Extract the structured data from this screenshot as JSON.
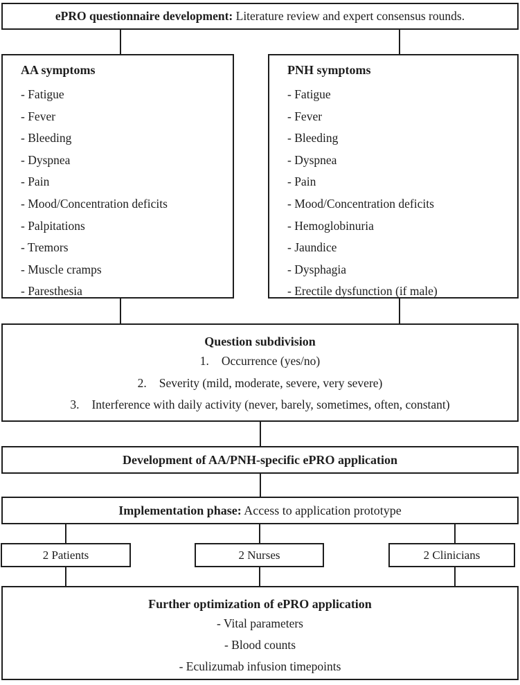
{
  "colors": {
    "border": "#1d1d1d",
    "background": "#ffffff",
    "text": "#1d1d1d"
  },
  "top_box": {
    "bold": "ePRO questionnaire development:",
    "rest": " Literature review and expert consensus rounds."
  },
  "aa_box": {
    "title": "AA symptoms",
    "items": [
      "- Fatigue",
      "- Fever",
      "- Bleeding",
      "- Dyspnea",
      "- Pain",
      "- Mood/Concentration deficits",
      "- Palpitations",
      "- Tremors",
      "- Muscle cramps",
      "- Paresthesia"
    ]
  },
  "pnh_box": {
    "title": "PNH symptoms",
    "items": [
      "- Fatigue",
      "- Fever",
      "- Bleeding",
      "- Dyspnea",
      "- Pain",
      "- Mood/Concentration deficits",
      "- Hemoglobinuria",
      "- Jaundice",
      "- Dysphagia",
      "- Erectile dysfunction (if male)"
    ]
  },
  "question_box": {
    "title": "Question subdivision",
    "items": [
      {
        "num": "1.",
        "text": "Occurrence (yes/no)"
      },
      {
        "num": "2.",
        "text": "Severity (mild, moderate, severe, very severe)"
      },
      {
        "num": "3.",
        "text": "Interference with daily activity (never, barely, sometimes, often, constant)"
      }
    ]
  },
  "development_box": {
    "title": "Development of AA/PNH-specific ePRO application"
  },
  "implementation_box": {
    "bold": "Implementation phase:",
    "rest": " Access to application prototype"
  },
  "participant_boxes": [
    {
      "label": "2 Patients"
    },
    {
      "label": "2 Nurses"
    },
    {
      "label": "2 Clinicians"
    }
  ],
  "optimization_box": {
    "title": "Further optimization of ePRO application",
    "items": [
      "- Vital parameters",
      "- Blood counts",
      "- Eculizumab infusion timepoints"
    ]
  }
}
